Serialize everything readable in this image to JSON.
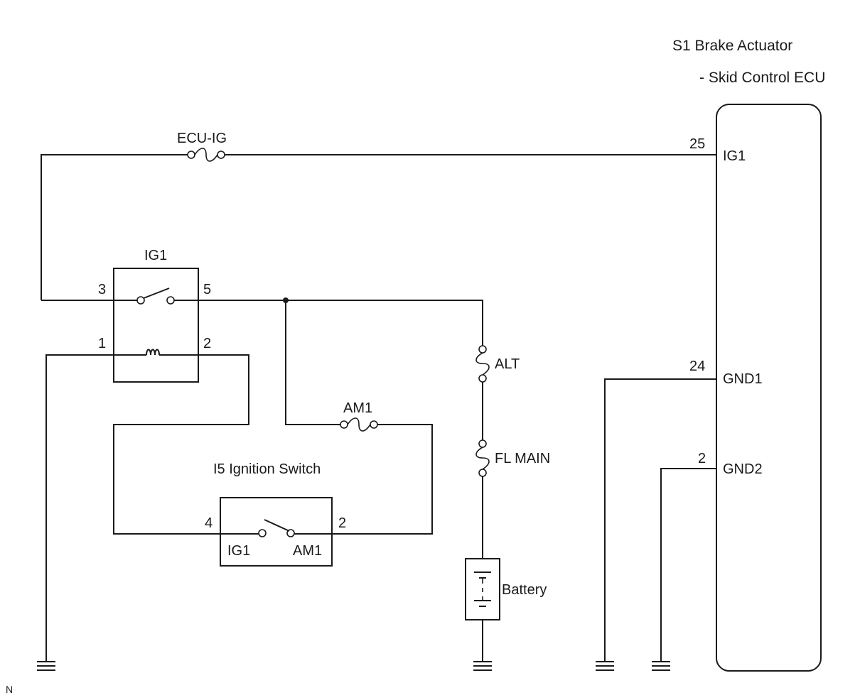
{
  "ecu": {
    "title_line1": "S1 Brake Actuator",
    "title_line2": "- Skid Control ECU",
    "pins": [
      {
        "number": "25",
        "name": "IG1"
      },
      {
        "number": "24",
        "name": "GND1"
      },
      {
        "number": "2",
        "name": "GND2"
      }
    ]
  },
  "fuses": {
    "ecu_ig": "ECU-IG",
    "am1": "AM1",
    "alt": "ALT",
    "fl_main": "FL MAIN"
  },
  "relay": {
    "label": "IG1",
    "pin3": "3",
    "pin5": "5",
    "pin1": "1",
    "pin2": "2"
  },
  "ignition_switch": {
    "label": "I5 Ignition Switch",
    "pin4": "4",
    "pin2": "2",
    "term_left": "IG1",
    "term_right": "AM1"
  },
  "battery": {
    "label": "Battery"
  },
  "corner_mark": "N"
}
